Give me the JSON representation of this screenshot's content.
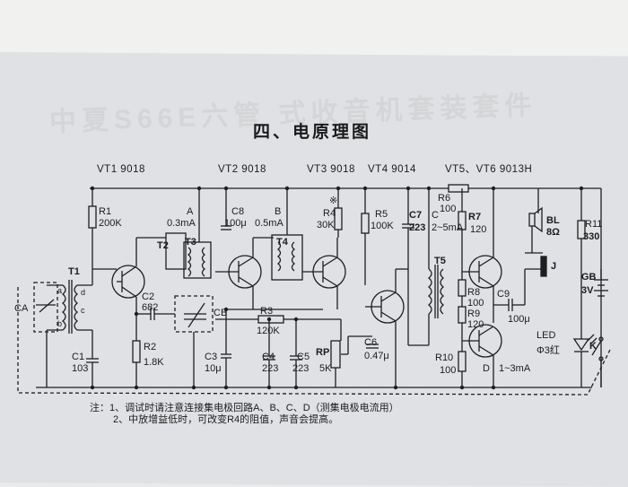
{
  "title": "四、电原理图",
  "bleed_through": "中夏S66E六管 式收音机套装套件",
  "transistor_labels": {
    "vt1": "VT1 9018",
    "vt2": "VT2 9018",
    "vt3": "VT3 9018",
    "vt4": "VT4 9014",
    "vt56": "VT5、VT6 9013H"
  },
  "components": {
    "r1": "R1",
    "r1_val": "200K",
    "t1": "T1",
    "ca": "CA",
    "c1": "C1",
    "c1_val": "103",
    "c2": "C2",
    "c2_val": "682",
    "r2": "R2",
    "r2_val": "1.8K",
    "t2": "T2",
    "t3": "T3",
    "t4": "T4",
    "t5": "T5",
    "point_a": "A",
    "a_current": "0.3mA",
    "c8": "C8",
    "c8_val": "100μ",
    "point_b": "B",
    "b_current": "0.5mA",
    "cb": "CB",
    "r3": "R3",
    "r3_val": "120K",
    "c3": "C3",
    "c3_val": "10μ",
    "c4": "C4",
    "c4_val": "223",
    "c5": "C5",
    "c5_val": "223",
    "r4_mark": "※",
    "r4": "R4",
    "r4_val": "30K",
    "rp": "RP",
    "rp_val": "5K",
    "r5": "R5",
    "r5_val": "100K",
    "c7": "C7",
    "c7_val": "223",
    "point_c": "C",
    "c_current": "2~5mA",
    "c6": "C6",
    "c6_val": "0.47μ",
    "r6": "R6",
    "r6_val": "100",
    "r7": "R7",
    "r7_val": "120",
    "r8": "R8",
    "r8_val": "100",
    "r9": "R9",
    "r9_val": "120",
    "r10": "R10",
    "r10_val": "100",
    "c9": "C9",
    "c9_val": "100μ",
    "point_d": "D",
    "d_current": "1~3mA",
    "bl": "BL",
    "bl_val": "8Ω",
    "j": "J",
    "r11": "R11",
    "r11_val": "330",
    "gb": "GB",
    "gb_val": "3V",
    "led": "LED",
    "led_desc": "Φ3红",
    "k": "K",
    "pin_a": "a",
    "pin_b": "b",
    "pin_c": "c",
    "pin_d": "d"
  },
  "notes": [
    "注：1、调试时请注意连接集电极回路A、B、C、D（测集电极电流用）",
    "2、中放增益低时，可改变R4的阻值，声音会提高。"
  ]
}
